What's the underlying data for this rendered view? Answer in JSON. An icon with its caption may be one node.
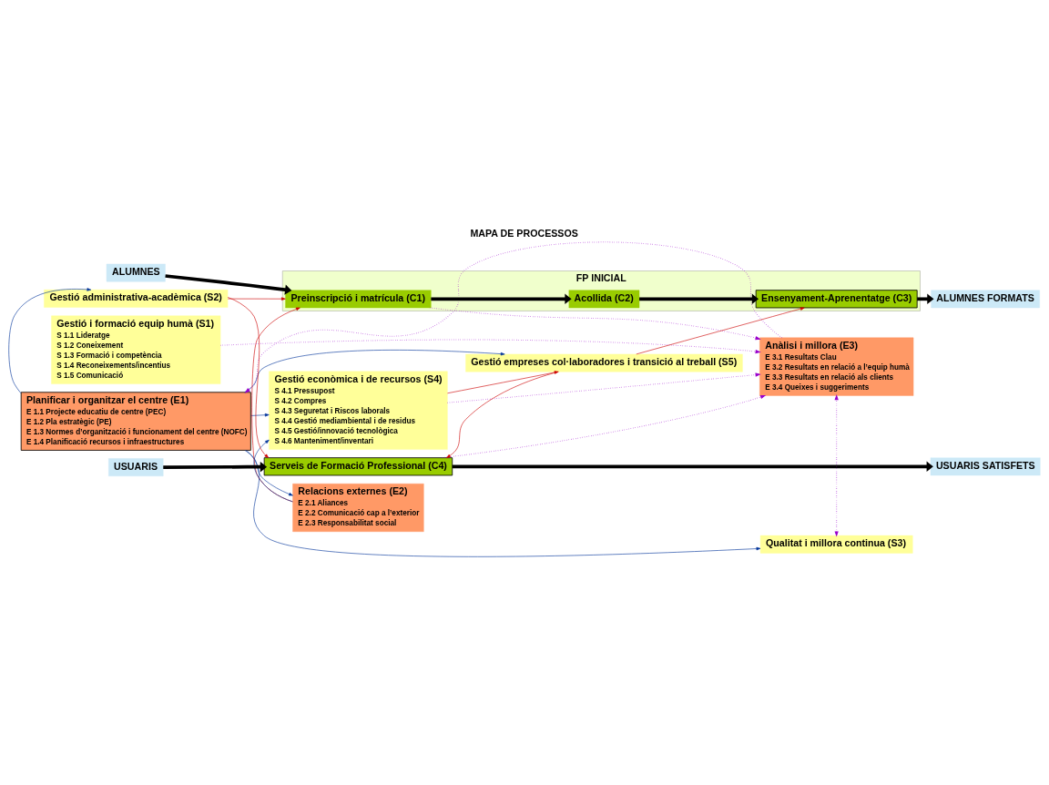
{
  "diagram": {
    "title": "MAPA DE PROCESSOS",
    "nodes": [
      {
        "text": [
          "Planificar i organitzar el centre (E1)",
          "E 1.1 Projecte educatiu de centre (PEC)",
          "E 1.2 Pla estratègic (PE)",
          "E 1.3 Normes d’organització i funcionament del centre (NOFC)",
          "E 1.4 Planificació recursos i infraestructures"
        ]
      },
      {
        "text": [
          "Relacions externes (E2)",
          "E 2.1 Aliances",
          "E 2.2 Comunicació cap a l’exterior",
          "E 2.3 Responsabilitat social"
        ]
      },
      {
        "text": [
          "Anàlisi i millora (E3)",
          "E 3.1 Resultats Clau",
          "E 3.2 Resultats en relació a l’equip humà",
          "E 3.3 Resultats en relació als clients",
          "E 3.4 Queixes i suggeriments"
        ]
      },
      {
        "text": [
          "FP INICIAL"
        ]
      },
      {
        "text": [
          "Preinscripció i matrícula (C1)"
        ],
        "in": 3
      },
      {
        "text": [
          "Acollida (C2)"
        ],
        "in": 3
      },
      {
        "text": [
          "Ensenyament-Aprenentatge (C3)"
        ],
        "in": 3
      },
      {
        "text": [
          "ALUMNES"
        ]
      },
      {
        "text": [
          "ALUMNES FORMATS"
        ]
      },
      {
        "text": [
          "USUARIS"
        ]
      },
      {
        "text": [
          "Serveis de Formació Professional (C4)"
        ]
      },
      {
        "text": [
          "USUARIS SATISFETS"
        ]
      },
      {
        "text": [
          "Gestió i formació equip humà (S1)",
          "S 1.1 Lideratge",
          "S 1.2 Coneixement",
          "S 1.3 Formació i competència",
          "S 1.4 Reconeixements/incentius",
          "S 1.5 Comunicació"
        ]
      },
      {
        "text": [
          "Gestió econòmica i de recursos (S4)",
          "S 4.1 Pressupost",
          "S 4.2 Compres",
          "S 4.3 Seguretat i Riscos laborals",
          "S 4.4 Gestió mediambiental i de residus",
          "S 4.5 Gestió/innovació tecnològica",
          "S 4.6 Manteniment/inventari"
        ]
      },
      {
        "text": [
          "Qualitat i millora continua (S3)"
        ]
      },
      {
        "text": [
          "Gestió administrativa-acadèmica (S2)"
        ]
      },
      {
        "text": [
          "Gestió empreses col·laboradores i transició al treball (S5)"
        ]
      }
    ],
    "edges": [
      {
        "from": 2,
        "to": 0,
        "arrow": "to",
        "style": "dashed",
        "color": "#9900cc"
      },
      {
        "from": 0,
        "to": 1,
        "arrow": "to",
        "color": "#003399"
      },
      {
        "from": 1,
        "to": 4,
        "arrow": "to",
        "color": "#cc0000"
      },
      {
        "from": 7,
        "to": 4,
        "arrow": "to",
        "style": "thick",
        "color": "#000000"
      },
      {
        "from": 4,
        "to": 5,
        "arrow": "to",
        "style": "thick",
        "color": "#000000"
      },
      {
        "from": 5,
        "to": 6,
        "arrow": "to",
        "style": "thick",
        "color": "#000000"
      },
      {
        "from": 6,
        "to": 8,
        "arrow": "to",
        "style": "thick",
        "color": "#000000"
      },
      {
        "from": 9,
        "to": 10,
        "arrow": "to",
        "style": "thick",
        "color": "#000000"
      },
      {
        "from": 10,
        "to": 11,
        "arrow": "to",
        "style": "thick",
        "color": "#000000"
      },
      {
        "from": 1,
        "to": 13,
        "arrow": "to",
        "color": "#003399"
      },
      {
        "from": 14,
        "to": 2,
        "arrow": "both",
        "style": "dashed",
        "color": "#9900cc"
      },
      {
        "from": 0,
        "to": 13,
        "arrow": "to",
        "color": "#003399"
      },
      {
        "from": 0,
        "to": 14,
        "arrow": "to",
        "color": "#003399"
      },
      {
        "from": 0,
        "to": 15,
        "arrow": "to",
        "color": "#003399"
      },
      {
        "from": 0,
        "to": 16,
        "arrow": "to",
        "color": "#003399"
      },
      {
        "from": 15,
        "to": 4,
        "arrow": "to",
        "color": "#cc0000"
      },
      {
        "from": 15,
        "to": 10,
        "arrow": "to",
        "color": "#cc0000"
      },
      {
        "from": 16,
        "to": 10,
        "arrow": "to",
        "color": "#cc0000"
      },
      {
        "from": 16,
        "to": 6,
        "arrow": "to",
        "color": "#cc0000"
      },
      {
        "from": 13,
        "to": 16,
        "arrow": "to",
        "color": "#cc0000"
      },
      {
        "from": 4,
        "to": 2,
        "arrow": "to",
        "style": "dashed",
        "color": "#9900cc"
      },
      {
        "from": 10,
        "to": 2,
        "arrow": "to",
        "style": "dashed",
        "color": "#9900cc"
      },
      {
        "from": 12,
        "to": 2,
        "arrow": "to",
        "style": "dashed",
        "color": "#9900cc"
      },
      {
        "from": 13,
        "to": 2,
        "arrow": "to",
        "style": "dashed",
        "color": "#9900cc"
      }
    ]
  }
}
